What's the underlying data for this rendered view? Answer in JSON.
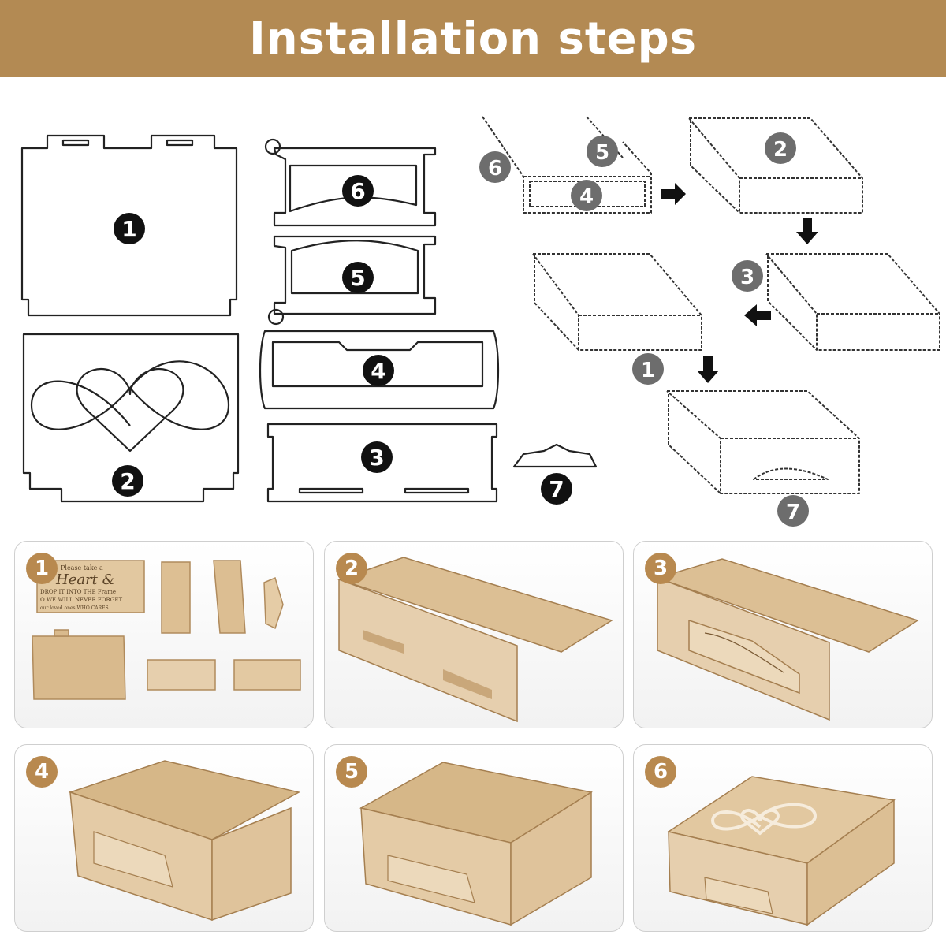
{
  "header": {
    "title": "Installation steps",
    "background": "#b38a53"
  },
  "parts": [
    {
      "label": "1",
      "name": "back panel"
    },
    {
      "label": "2",
      "name": "lid with heart-infinity cutout"
    },
    {
      "label": "3",
      "name": "front panel"
    },
    {
      "label": "4",
      "name": "bottom frame"
    },
    {
      "label": "5",
      "name": "side panel"
    },
    {
      "label": "6",
      "name": "side panel"
    },
    {
      "label": "7",
      "name": "decorative ornament"
    }
  ],
  "assembly_labels": [
    "6",
    "5",
    "4",
    "2",
    "3",
    "1",
    "7"
  ],
  "photo_steps": [
    {
      "label": "1"
    },
    {
      "label": "2"
    },
    {
      "label": "3"
    },
    {
      "label": "4"
    },
    {
      "label": "5"
    },
    {
      "label": "6"
    }
  ],
  "lid_text": {
    "line1": "Please take a",
    "line2": "Heart &",
    "line3": "DROP IT INTO THE Frame",
    "line4": "O WE WILL NEVER FORGET",
    "line5": "our loved ones     WHO CARES"
  },
  "colors": {
    "badge_photo": "#b8894f",
    "badge_diagram_black": "#111111",
    "badge_diagram_grey": "#6d6d6d",
    "wood": "#e3c9a2"
  }
}
